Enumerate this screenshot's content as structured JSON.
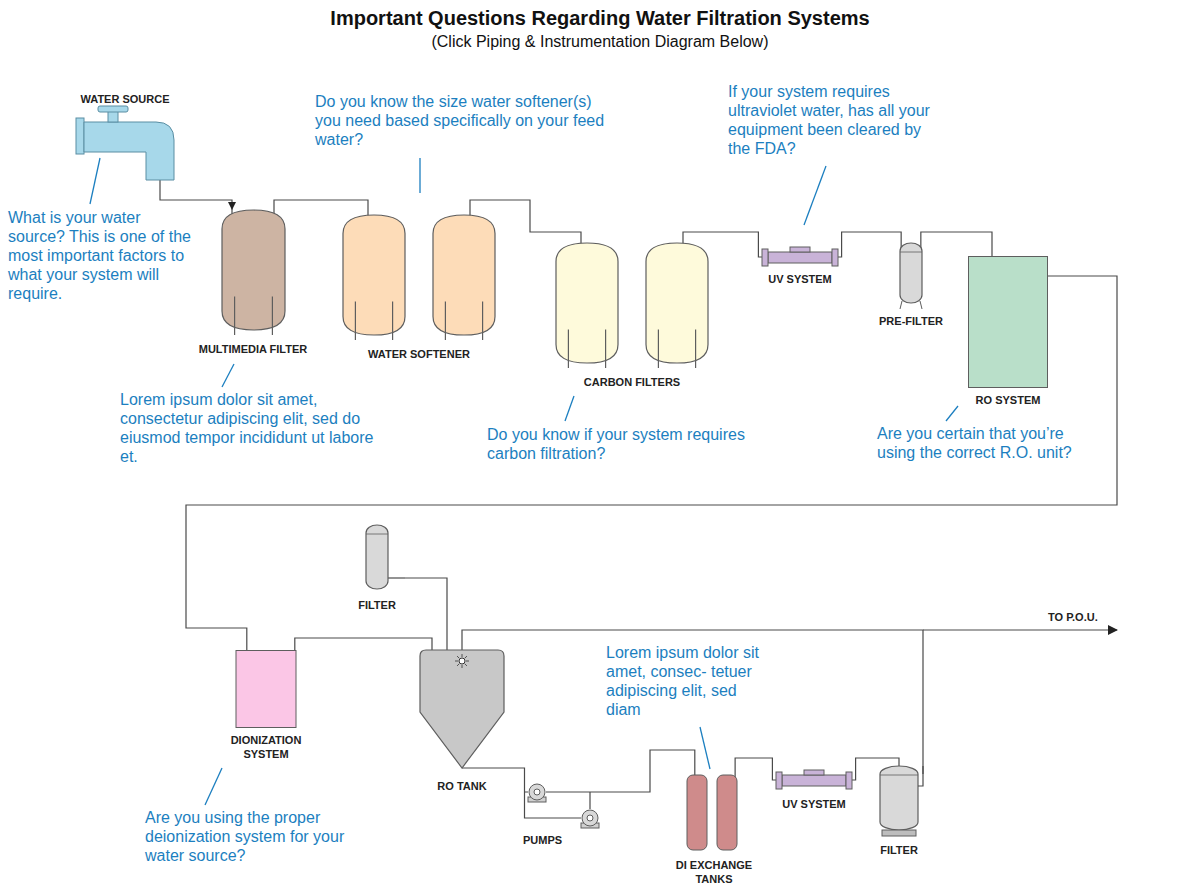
{
  "diagram": {
    "title": "Important Questions Regarding Water Filtration Systems",
    "caption": "(Click Piping & Instrumentation Diagram Below)",
    "nodes": [
      {
        "text": [
          "WATER SOURCE"
        ]
      },
      {
        "text": [
          "MULTIMEDIA FILTER"
        ]
      },
      {
        "text": [
          "WATER SOFTENER"
        ]
      },
      {
        "text": [
          "CARBON FILTERS"
        ]
      },
      {
        "text": [
          "UV SYSTEM"
        ]
      },
      {
        "text": [
          "PRE-FILTER"
        ]
      },
      {
        "text": [
          "RO SYSTEM"
        ]
      },
      {
        "text": [
          "DIONIZATION SYSTEM"
        ]
      },
      {
        "text": [
          "FILTER"
        ]
      },
      {
        "text": [
          "RO TANK"
        ]
      },
      {
        "text": [
          "PUMPS"
        ]
      },
      {
        "text": [
          "DI EXCHANGE TANKS"
        ]
      },
      {
        "text": [
          "UV SYSTEM"
        ]
      },
      {
        "text": [
          "FILTER"
        ]
      }
    ],
    "edges": [
      {
        "from": 0,
        "to": 1,
        "arrow": "to"
      },
      {
        "from": 1,
        "to": 2,
        "arrow": "none"
      },
      {
        "from": 2,
        "to": 3,
        "arrow": "none"
      },
      {
        "from": 3,
        "to": 4,
        "arrow": "none"
      },
      {
        "from": 4,
        "to": 5,
        "arrow": "none"
      },
      {
        "from": 5,
        "to": 6,
        "arrow": "none"
      },
      {
        "from": 6,
        "to": 7,
        "arrow": "none"
      },
      {
        "from": 7,
        "to": 9,
        "arrow": "none"
      },
      {
        "from": 8,
        "to": 9,
        "arrow": "none"
      },
      {
        "from": 9,
        "to": 10,
        "arrow": "none"
      },
      {
        "from": 10,
        "to": 11,
        "arrow": "none"
      },
      {
        "from": 11,
        "to": 12,
        "arrow": "none"
      },
      {
        "from": 12,
        "to": 13,
        "arrow": "none"
      },
      {
        "from": 13,
        "to": 9,
        "arrow": "none"
      }
    ],
    "labels": [
      "What is your water source? This is one of the most important factors to what your system will require.",
      "Do you know the size water softener(s) you need based specifically on your feed water?",
      "If your system requires ultraviolet water, has all your equipment been cleared by the FDA?",
      "Lorem ipsum dolor sit amet, consectetur adipiscing elit, sed do eiusmod tempor incididunt ut labore et.",
      "Do you know if your system requires carbon filtration?",
      "Are you certain that you’re using the correct R.O. unit?",
      "TO P.O.U.",
      "Lorem ipsum dolor sit amet, consec- tetuer adipiscing elit, sed diam",
      "Are you using the proper deionization system for your water source?"
    ]
  }
}
